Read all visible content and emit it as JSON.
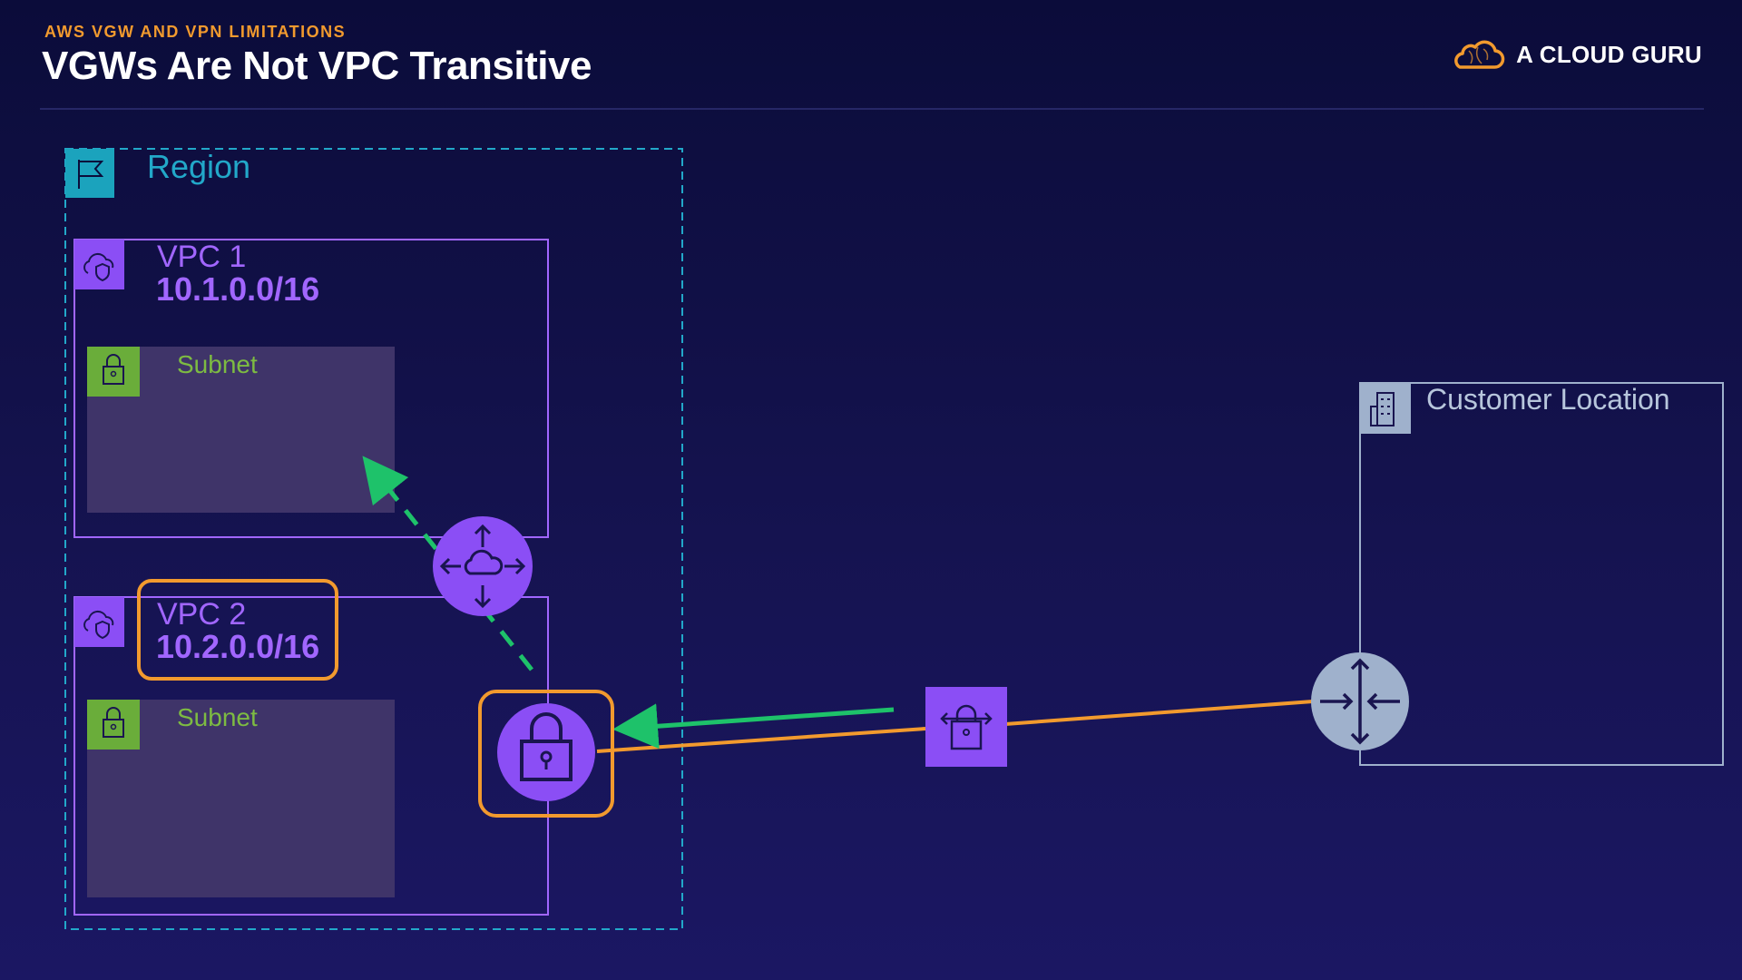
{
  "header": {
    "eyebrow": "AWS VGW AND VPN LIMITATIONS",
    "title": "VGWs Are Not VPC Transitive"
  },
  "brand": {
    "name": "A CLOUD GURU",
    "icon": "cloud-logo-icon"
  },
  "diagram": {
    "region": {
      "label": "Region",
      "icon": "region-flag-icon"
    },
    "vpcs": [
      {
        "name": "VPC 1",
        "cidr": "10.1.0.0/16",
        "icon": "vpc-cloud-shield-icon",
        "subnet": "Subnet",
        "highlighted": false
      },
      {
        "name": "VPC 2",
        "cidr": "10.2.0.0/16",
        "icon": "vpc-cloud-shield-icon",
        "subnet": "Subnet",
        "highlighted": true
      }
    ],
    "nodes": {
      "vpc_router": "router-arrows-icon",
      "vgw": "vpn-gateway-lock-icon",
      "vpn_connection": "vpn-connection-icon",
      "customer_gateway": "customer-gateway-router-icon"
    },
    "customer_location": {
      "label": "Customer Location",
      "icon": "building-icon"
    }
  },
  "colors": {
    "accent_orange": "#f29a2e",
    "vpc_purple": "#a166ff",
    "region_teal": "#22a8c9",
    "subnet_green": "#7dbb42",
    "arrow_green": "#1ec26a",
    "customer_grey": "#9fb1cc"
  }
}
